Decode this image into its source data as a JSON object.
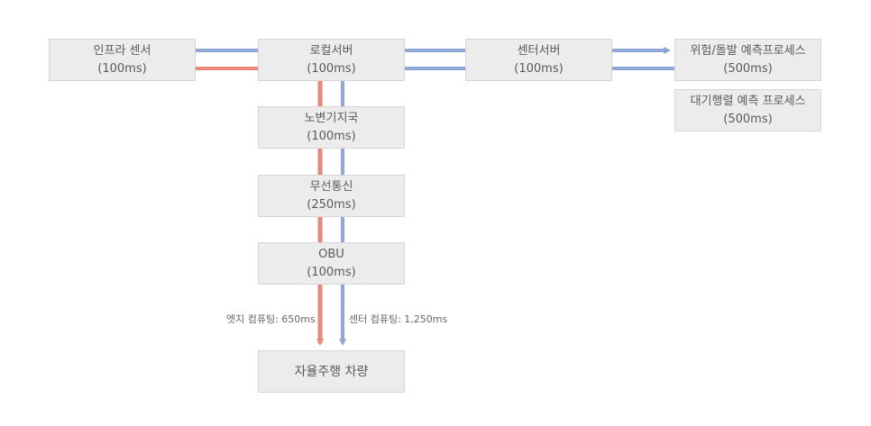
{
  "colors": {
    "edge_path": "#e8877a",
    "center_path": "#8fa8d8",
    "node_fill": "#ececec",
    "node_border": "#d6d6d6",
    "text": "#5a5a5a"
  },
  "nodes": {
    "infra_sensor": {
      "label": "인프라 센서",
      "time": "(100ms)"
    },
    "local_server": {
      "label": "로컬서버",
      "time": "(100ms)"
    },
    "center_server": {
      "label": "센터서버",
      "time": "(100ms)"
    },
    "risk_process": {
      "label": "위험/돌발 예측프로세스",
      "time": "(500ms)"
    },
    "air_process": {
      "label": "대기행렬 예측 프로세스",
      "time": "(500ms)"
    },
    "rsu": {
      "label": "노변기지국",
      "time": "(100ms)"
    },
    "wireless": {
      "label": "무선통신",
      "time": "(250ms)"
    },
    "obu": {
      "label": "OBU",
      "time": "(100ms)"
    },
    "vehicle": {
      "label": "자율주행 차량"
    }
  },
  "edge_labels": {
    "edge_computing": "엣지 컴퓨팅: 650ms",
    "center_computing": "센터 컴퓨팅: 1,250ms"
  }
}
